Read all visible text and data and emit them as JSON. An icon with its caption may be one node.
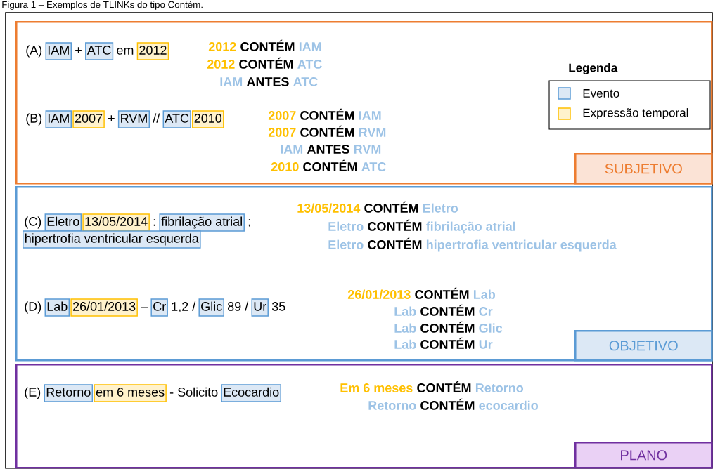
{
  "diagram": {
    "title": "Figura 1 – Exemplos de TLINKs do tipo Contém.",
    "nodes": [
      {
        "text": [],
        "shape": "box"
      },
      {
        "text": [
          "SUBJETIVO"
        ],
        "in": 0
      },
      {
        "text": [
          "IAM"
        ],
        "in": 0
      },
      {
        "text": [
          "ATC"
        ],
        "in": 0
      },
      {
        "text": [
          "2012"
        ],
        "in": 0
      },
      {
        "text": [
          "IAM"
        ],
        "in": 0
      },
      {
        "text": [
          "2007"
        ],
        "in": 0
      },
      {
        "text": [
          "RVM"
        ],
        "in": 0
      },
      {
        "text": [
          "ATC"
        ],
        "in": 0
      },
      {
        "text": [
          "2010"
        ],
        "in": 0
      },
      {
        "text": [],
        "shape": "box"
      },
      {
        "text": [
          "OBJETIVO"
        ],
        "in": 10
      },
      {
        "text": [
          "Eletro"
        ],
        "in": 10
      },
      {
        "text": [
          "13/05/2014"
        ],
        "in": 10
      },
      {
        "text": [
          "fibrilação atrial"
        ],
        "in": 10
      },
      {
        "text": [
          "hipertrofia ventricular esquerda"
        ],
        "in": 10
      },
      {
        "text": [
          "Lab"
        ],
        "in": 10
      },
      {
        "text": [
          "26/01/2013"
        ],
        "in": 10
      },
      {
        "text": [
          "Cr"
        ],
        "in": 10
      },
      {
        "text": [
          "Glic"
        ],
        "in": 10
      },
      {
        "text": [
          "Ur"
        ],
        "in": 10
      },
      {
        "text": [],
        "shape": "box"
      },
      {
        "text": [
          "PLANO"
        ],
        "in": 21
      },
      {
        "text": [
          "Retorno"
        ],
        "in": 21
      },
      {
        "text": [
          "em 6 meses"
        ],
        "in": 21
      },
      {
        "text": [
          "Ecocardio"
        ],
        "in": 21
      }
    ],
    "labels": [
      "(A)",
      "+",
      "em",
      "2012",
      "CONTÉM",
      "IAM",
      "2012",
      "CONTÉM",
      "ATC",
      "IAM",
      "ANTES",
      "ATC",
      "Legenda",
      "(B)",
      "+",
      "//",
      "2007",
      "CONTÉM",
      "IAM",
      "2007",
      "CONTÉM",
      "RVM",
      "IAM",
      "ANTES",
      "RVM",
      "2010",
      "CONTÉM",
      "ATC",
      "(C)",
      ":",
      ";",
      "13/05/2014",
      "CONTÉM",
      "Eletro",
      "Eletro",
      "CONTÉM",
      "fibrilação atrial",
      "Eletro",
      "CONTÉM",
      "hipertrofia ventricular esquerda",
      "(D)",
      "–",
      "1,2 /",
      "89 /",
      "35",
      "26/01/2013",
      "CONTÉM",
      "Lab",
      "Lab",
      "CONTÉM",
      "Cr",
      "Lab",
      "CONTÉM",
      "Glic",
      "Lab",
      "CONTÉM",
      "Ur",
      "(E)",
      "- Solicito",
      "Em 6 meses",
      "CONTÉM",
      "Retorno",
      "Retorno",
      "CONTÉM",
      "ecocardio"
    ],
    "legend": [
      {
        "text": "Evento",
        "color": "#dce8f5"
      },
      {
        "text": "Expressão temporal",
        "color": "#fff2cc"
      }
    ]
  }
}
